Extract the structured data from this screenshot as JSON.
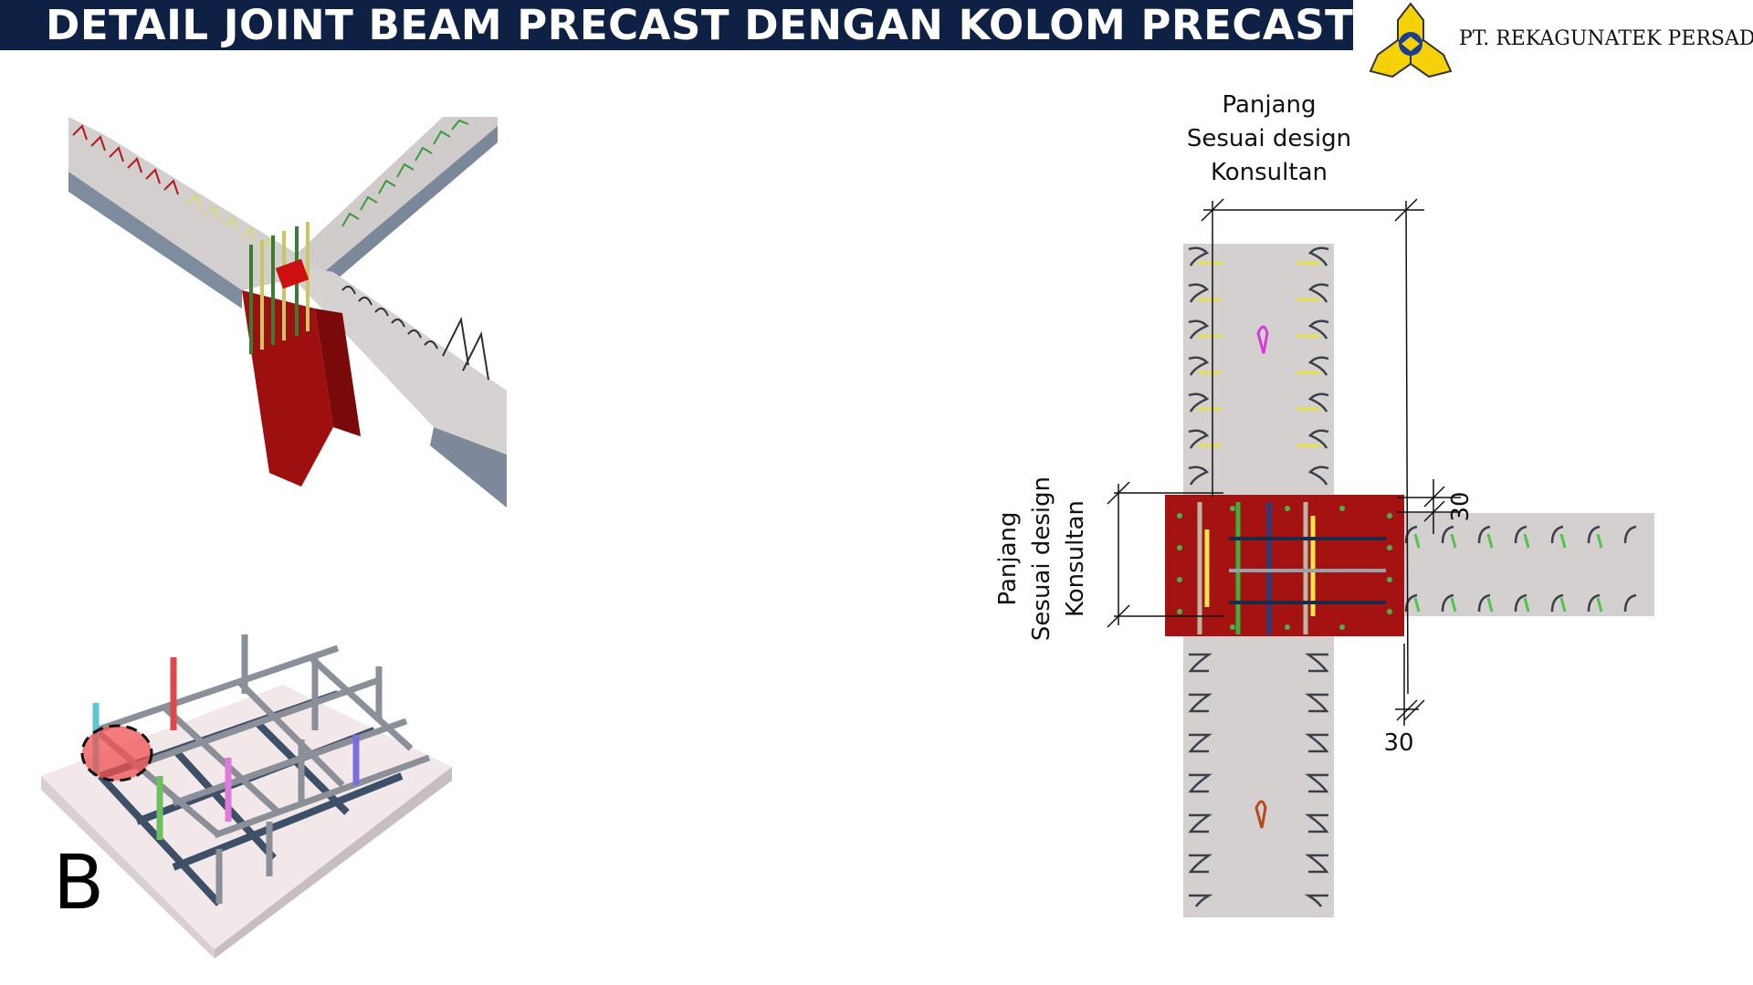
{
  "header": {
    "title": "DETAIL JOINT BEAM PRECAST DENGAN KOLOM PRECAST",
    "company": "PT. REKAGUNATEK PERSADA",
    "logo_icon": "company-logo-icon"
  },
  "view_3d_joint": {
    "icon": "beam-column-joint-3d-icon"
  },
  "view_3d_grid": {
    "label": "B",
    "icon": "rebar-grid-3d-icon"
  },
  "plan_detail": {
    "dim_top": {
      "line1": "Panjang",
      "line2": "Sesuai design",
      "line3": "Konsultan"
    },
    "dim_left": {
      "line1": "Panjang",
      "line2": "Sesuai design",
      "line3": "Konsultan"
    },
    "dim_right_top": "30",
    "dim_bottom_right": "30"
  },
  "colors": {
    "title_bar": "#0e2145",
    "column": "#a51212",
    "beam": "#d4d0cf",
    "logo_yellow": "#f5d10a"
  }
}
